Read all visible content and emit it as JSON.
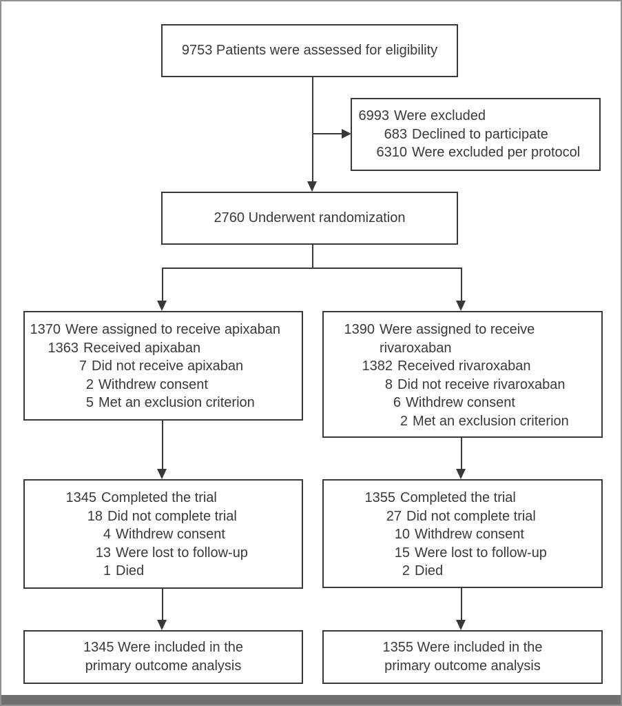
{
  "flow": {
    "assessed": {
      "text": "9753 Patients were assessed for eligibility"
    },
    "excluded": {
      "lines": [
        {
          "num": "6993",
          "label": "Were excluded"
        },
        {
          "num": "683",
          "label": "Declined to participate"
        },
        {
          "num": "6310",
          "label": "Were excluded per protocol"
        }
      ]
    },
    "randomized": {
      "text": "2760 Underwent randomization"
    },
    "apixaban_assigned": {
      "lines": [
        {
          "num": "1370",
          "label": "Were assigned to receive apixaban"
        },
        {
          "num": "1363",
          "label": "Received apixaban"
        },
        {
          "num": "7",
          "label": "Did not receive apixaban"
        },
        {
          "num": "2",
          "label": "Withdrew consent"
        },
        {
          "num": "5",
          "label": "Met an exclusion criterion"
        }
      ]
    },
    "rivaroxaban_assigned": {
      "lines": [
        {
          "num": "1390",
          "label": "Were assigned to receive rivaroxaban"
        },
        {
          "num": "1382",
          "label": "Received rivaroxaban"
        },
        {
          "num": "8",
          "label": "Did not receive rivaroxaban"
        },
        {
          "num": "6",
          "label": "Withdrew consent"
        },
        {
          "num": "2",
          "label": "Met an exclusion criterion"
        }
      ]
    },
    "apixaban_completed": {
      "lines": [
        {
          "num": "1345",
          "label": "Completed the trial"
        },
        {
          "num": "18",
          "label": "Did not complete trial"
        },
        {
          "num": "4",
          "label": "Withdrew consent"
        },
        {
          "num": "13",
          "label": "Were lost to follow-up"
        },
        {
          "num": "1",
          "label": "Died"
        }
      ]
    },
    "rivaroxaban_completed": {
      "lines": [
        {
          "num": "1355",
          "label": "Completed the trial"
        },
        {
          "num": "27",
          "label": "Did not complete trial"
        },
        {
          "num": "10",
          "label": "Withdrew consent"
        },
        {
          "num": "15",
          "label": "Were lost to follow-up"
        },
        {
          "num": "2",
          "label": "Died"
        }
      ]
    },
    "apixaban_included": {
      "lines": [
        "1345 Were included in the",
        "primary outcome analysis"
      ]
    },
    "rivaroxaban_included": {
      "lines": [
        "1355 Were included in the",
        "primary outcome analysis"
      ]
    },
    "colors": {
      "ink": "#37393c",
      "frame_gray": "#919191",
      "bar_gray": "#6f6f6f"
    }
  }
}
